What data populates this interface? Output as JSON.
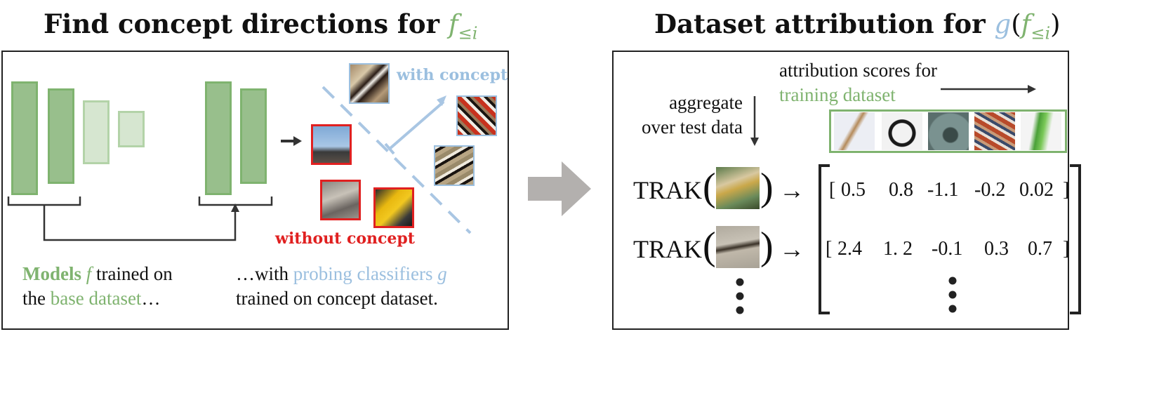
{
  "left_panel": {
    "title_prefix": "Find concept directions for ",
    "title_math_f": "f",
    "title_math_sub": "≤i",
    "with_concept": "with concept",
    "without_concept": "without concept",
    "caption_left_bold": "Models ",
    "caption_left_f": "f",
    "caption_left_rest1": " trained on",
    "caption_left_the": "the ",
    "caption_left_base": "base dataset",
    "caption_left_ellipsis": "…",
    "caption_right_prefix": "…with ",
    "caption_right_probing": "probing classifiers ",
    "caption_right_g": "g",
    "caption_right_line2": "trained on concept dataset."
  },
  "right_panel": {
    "title_prefix": "Dataset attribution for ",
    "title_g": "g",
    "title_open": "(",
    "title_f": "f",
    "title_sub": "≤i",
    "title_close": ")",
    "attribution_line1": "attribution scores for",
    "attribution_line2": "training dataset",
    "aggregate_line1": "aggregate",
    "aggregate_line2": "over test data",
    "trak_label": "TRAK",
    "arrow_symbol": "→",
    "row1": [
      "0.5",
      "0.8",
      "-1.1",
      "-0.2",
      "0.02"
    ],
    "row2": [
      "2.4",
      "1. 2",
      "-0.1",
      "0.3",
      "0.7"
    ]
  },
  "colors": {
    "green": "#7fb36f",
    "blue": "#9bbfdf",
    "red": "#e02020",
    "gray_arrow": "#b3b0ae"
  }
}
